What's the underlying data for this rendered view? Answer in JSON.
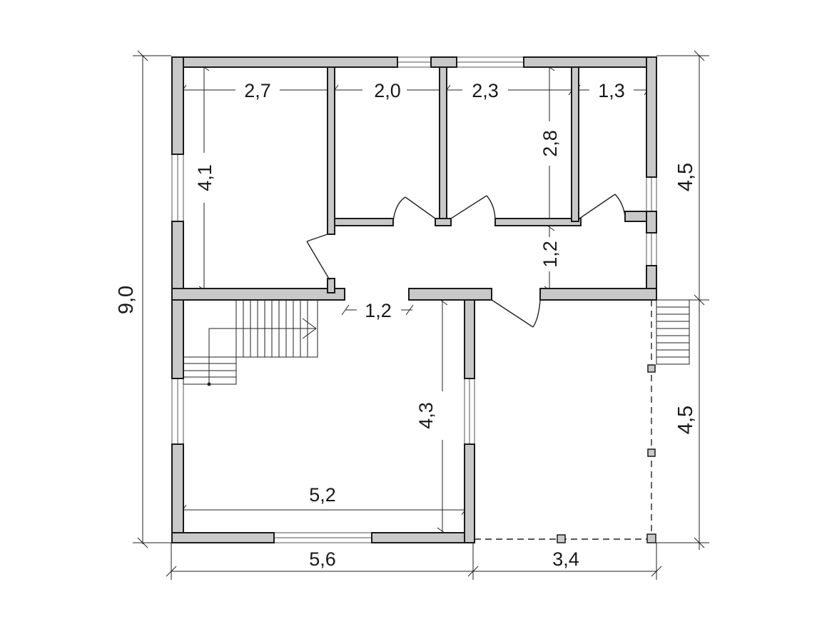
{
  "dimensions": {
    "overall_height": "9,0",
    "upper_right_height": "4,5",
    "lower_right_height": "4,5",
    "room1_width": "2,7",
    "room2_width": "2,0",
    "room3_width": "2,3",
    "room4_width": "1,3",
    "room1_height": "4,1",
    "room3_height": "2,8",
    "corridor_width": "1,2",
    "opening_width": "1,2",
    "hall_height": "4,3",
    "hall_width": "5,2",
    "bottom_left_width": "5,6",
    "bottom_right_width": "3,4"
  }
}
